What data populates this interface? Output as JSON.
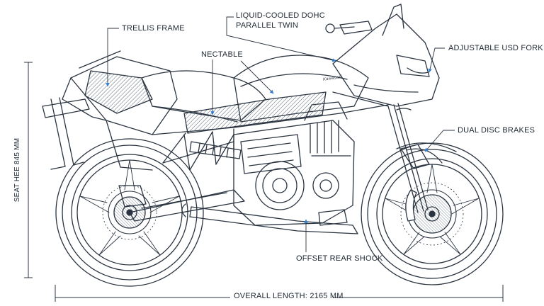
{
  "labels": {
    "trellis_frame": "TRELLIS FRAME",
    "engine_line1": "LIQUID-COOLED DOHC",
    "engine_line2": "PARALLEL TWIN",
    "usd_fork": "ADJUSTABLE USD FORK",
    "neck": "NECTABLE",
    "dual_disc": "DUAL DISC BRAKES",
    "rear_shock": "OFFSET REAR SHOCK",
    "overall_length": "OVERALL LENGTH: 2165 MM",
    "seat_height": "SEAT HEE 845 MM",
    "tank_brand": "Kawasaki"
  },
  "colors": {
    "line": "#2a3440",
    "accent": "#2f7fd6",
    "hatch": "#6c7884"
  }
}
